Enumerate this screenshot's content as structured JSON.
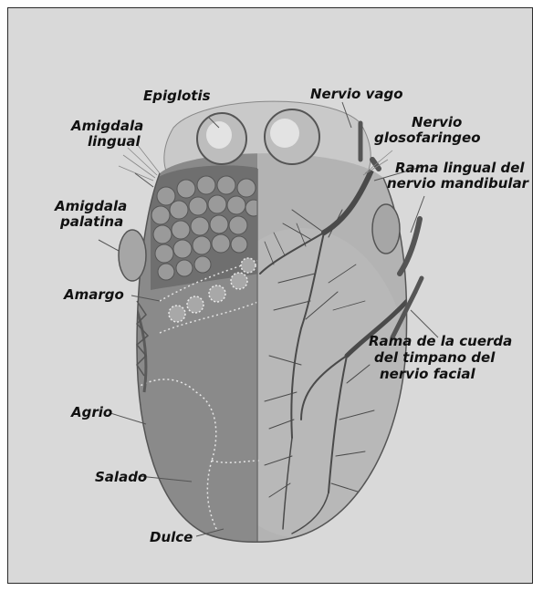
{
  "labels": {
    "epiglotis": "Epiglotis",
    "nervio_vago": "Nervio vago",
    "amigdala_lingual_1": "Amigdala",
    "amigdala_lingual_2": "lingual",
    "nervio_gloso_1": "Nervio",
    "nervio_gloso_2": "glosofaringeo",
    "rama_lingual_1": "Rama lingual del",
    "rama_lingual_2": "nervio mandibular",
    "amigdala_palatina_1": "Amigdala",
    "amigdala_palatina_2": "palatina",
    "amargo": "Amargo",
    "rama_cuerda_1": "Rama de la cuerda",
    "rama_cuerda_2": "del timpano del",
    "rama_cuerda_3": "nervio facial",
    "agrio": "Agrio",
    "salado": "Salado",
    "dulce": "Dulce"
  },
  "colors": {
    "background": "#d9d9d9",
    "tongue_left": "#8a8a8a",
    "tongue_right": "#b3b3b3",
    "nerve": "#5a5a5a",
    "papillae": "#7a7a7a",
    "epiglottis": "#c8c8c8",
    "text": "#111111"
  }
}
